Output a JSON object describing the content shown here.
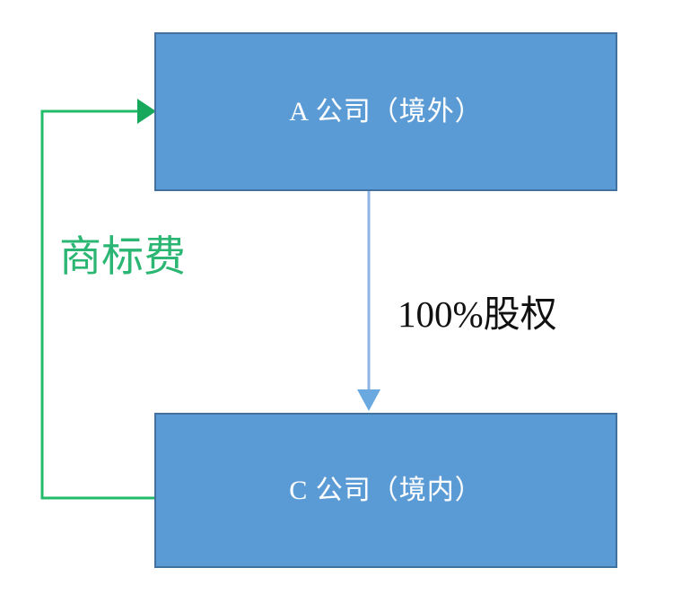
{
  "diagram": {
    "type": "flowchart",
    "background_color": "#ffffff",
    "nodes": [
      {
        "id": "company-a",
        "label": "A 公司（境外）",
        "fill_color": "#5b9bd5",
        "border_color": "#41719c",
        "text_color": "#ffffff"
      },
      {
        "id": "company-c",
        "label": "C 公司（境内）",
        "fill_color": "#5b9bd5",
        "border_color": "#41719c",
        "text_color": "#ffffff"
      }
    ],
    "edges": [
      {
        "id": "equity-edge",
        "from": "company-a",
        "to": "company-c",
        "label": "100%股权",
        "color": "#8eb4e3",
        "label_color": "#111111",
        "direction": "down"
      },
      {
        "id": "trademark-fee-edge",
        "from": "company-c",
        "to": "company-a",
        "label": "商标费",
        "color": "#2bb673",
        "label_color": "#2bb673",
        "direction": "up-left-loop"
      }
    ]
  }
}
